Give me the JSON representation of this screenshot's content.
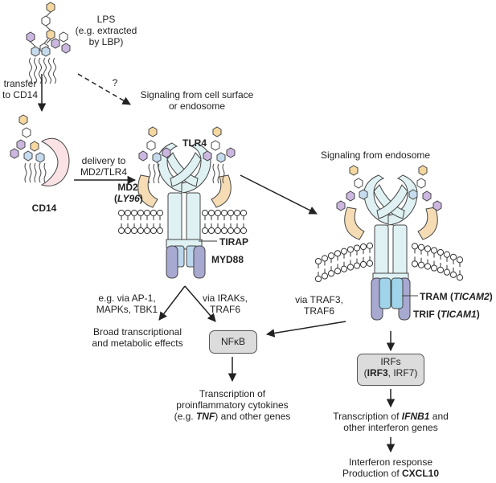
{
  "lps": {
    "title": "LPS",
    "line2": "(e.g. extracted",
    "line3": "by LBP)"
  },
  "transfer": {
    "line1": "transfer",
    "line2": "to CD14"
  },
  "question_mark": "?",
  "signaling_surface": {
    "line1": "Signaling from cell surface",
    "line2": "or endosome"
  },
  "delivery": {
    "line1": "delivery to",
    "line2": "MD2/TLR4"
  },
  "cd14": "CD14",
  "tlr4": "TLR4",
  "md2": {
    "name": "MD2",
    "gene_open": "(",
    "gene": "LY96",
    "gene_close": ")"
  },
  "tirap": "TIRAP",
  "myd88": "MYD88",
  "signaling_endosome": "Signaling from endosome",
  "tram": {
    "name": "TRAM",
    "gene_open": " (",
    "gene": "TICAM2",
    "gene_close": ")"
  },
  "trif": {
    "name": "TRIF",
    "gene_open": " (",
    "gene": "TICAM1",
    "gene_close": ")"
  },
  "via_ap1": {
    "line1": "e.g. via AP-1,",
    "line2": "MAPKs, TBK1"
  },
  "via_iraks": {
    "line1": "via IRAKs,",
    "line2": "TRAF6"
  },
  "via_traf3": {
    "line1": "via TRAF3,",
    "line2": "TRAF6"
  },
  "broad_effects": {
    "line1": "Broad transcriptional",
    "line2": "and metabolic effects"
  },
  "nfkb": "NFκB",
  "irfs": {
    "line1": "IRFs",
    "open": "(",
    "irf3": "IRF3",
    "rest": ", IRF7)"
  },
  "proinflammatory": {
    "line1": "Transcription of",
    "line2": "proinflammatory cytokines",
    "pre": "(e.g. ",
    "tnf": "TNF",
    "post": ") and other genes"
  },
  "ifnb": {
    "pre": "Transcription of ",
    "gene": "IFNB1",
    "post": " and",
    "line2": "other interferon genes"
  },
  "interferon": {
    "line1": "Interferon response",
    "pre": "Production of ",
    "cxcl10": "CXCL10"
  },
  "colors": {
    "tlr4_fill": "#dff1f3",
    "md2_fill": "#f5dcb4",
    "cd14_fill": "#fbe2e4",
    "tirap_fill": "#bcd6ec",
    "myd88_fill": "#a7a9d1",
    "tram_fill": "#9fd4ea",
    "sugar_hex_orange": "#f5d8a0",
    "sugar_hex_blue": "#c6dcee",
    "sugar_hex_purple": "#cbb7df",
    "box_fill": "#dcdcdc",
    "stroke": "#333333"
  }
}
